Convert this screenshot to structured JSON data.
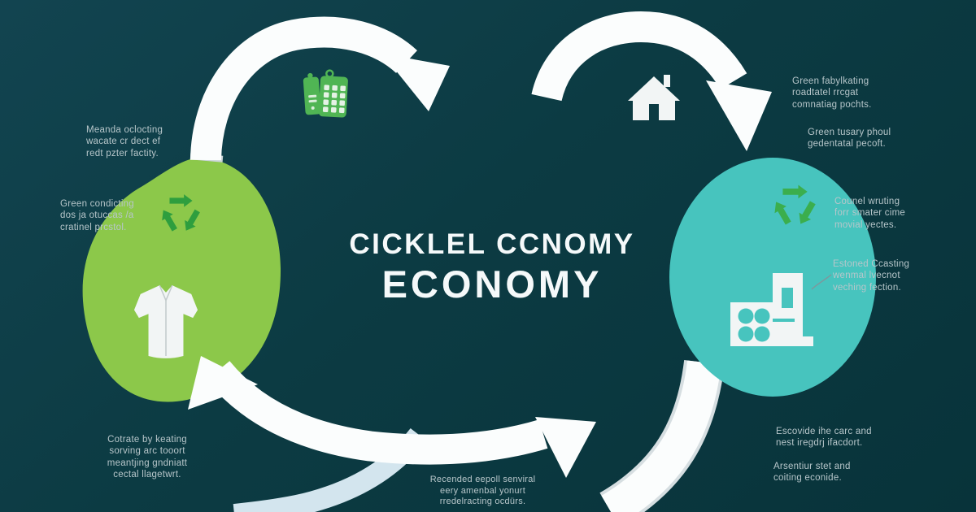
{
  "title": {
    "line1": "CICKLEL CCNOMY",
    "line2": "ECONOMY"
  },
  "labels": {
    "top_left": "Meanda oclocting\nwacate cr dect ef\nredt pzter factity.",
    "left": "Green condicting\ndos ja otuccas /a\ncratinel prcstol.",
    "top_right_1": "Green fabylkating\nroadtatel rrcgat\ncomnatiag pochts.",
    "top_right_2": "Green tusary phoul\ngedentatal pecoft.",
    "right_1": "Counel wruting\nforr smater cime\nmovial yectes.",
    "right_2": "Estoned Ccasting\nwenmal lvecnot\nveching fection.",
    "bottom_right_1": "Escovide ihe carc and\nnest iregdrj ifacdort.",
    "bottom_right_2": "Arsentiur stet and\ncoiting econide.",
    "bottom_left": "Cotrate by keating\nsorving arc tooort\nmeantjing gndniatt\ncectal llagetwrt.",
    "bottom_center": "Recended eepoll senviral\neery amenbal yonurt\nrredelracting ocdürs."
  },
  "icons": {
    "top_left": "tag-and-calendar-icon",
    "top_center_right": "house-icon",
    "left_blob": [
      "recycle-icon",
      "shirt-icon"
    ],
    "right_ellipse": [
      "recycle-icon",
      "factory-icon"
    ]
  },
  "colors": {
    "background": "#0c3b43",
    "background-top": "#124450",
    "background-bottom": "#08333a",
    "blob-green": "#8cc84a",
    "ellipse-teal": "#47c4be",
    "arrow-white": "#fbfdfd",
    "arc-pale-blue": "#d3e5ee",
    "arc-shadow": "#d6dee1",
    "label-text": "#b7c6ca",
    "title-text": "#f5f9fa",
    "icon-green": "#50b554",
    "recycle-dark-green": "#2e9e3e",
    "recycle-green": "#3bae4d",
    "icon-white": "#f2f5f5",
    "endcap-gray": "#c9d3d5"
  }
}
